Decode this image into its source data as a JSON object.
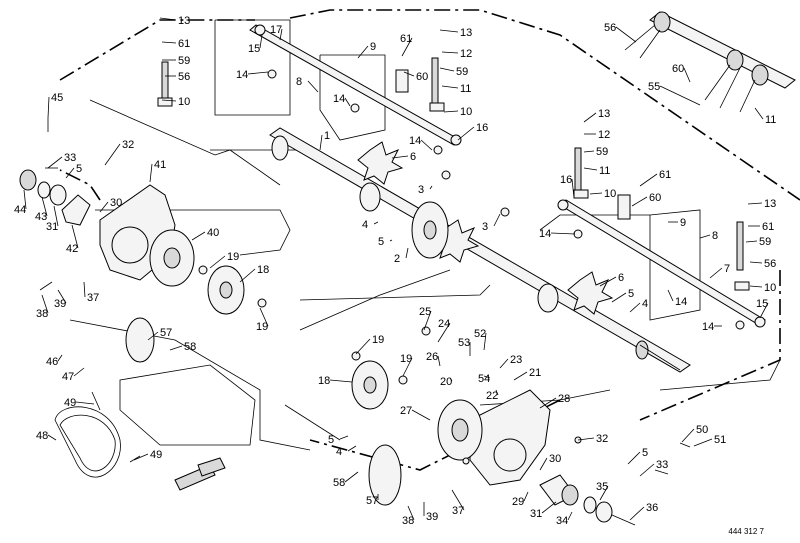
{
  "drawing": {
    "document_number": "444 312 7"
  },
  "callouts": [
    {
      "id": "c1",
      "text": "13"
    },
    {
      "id": "c2",
      "text": "61"
    },
    {
      "id": "c3",
      "text": "59"
    },
    {
      "id": "c4",
      "text": "56"
    },
    {
      "id": "c5",
      "text": "10"
    },
    {
      "id": "c6",
      "text": "15"
    },
    {
      "id": "c7",
      "text": "17"
    },
    {
      "id": "c8",
      "text": "14"
    },
    {
      "id": "c9",
      "text": "8"
    },
    {
      "id": "c10",
      "text": "9"
    },
    {
      "id": "c11",
      "text": "61"
    },
    {
      "id": "c12",
      "text": "60"
    },
    {
      "id": "c13",
      "text": "14"
    },
    {
      "id": "c14",
      "text": "13"
    },
    {
      "id": "c15",
      "text": "12"
    },
    {
      "id": "c16",
      "text": "59"
    },
    {
      "id": "c17",
      "text": "11"
    },
    {
      "id": "c18",
      "text": "10"
    },
    {
      "id": "c19",
      "text": "16"
    },
    {
      "id": "c20",
      "text": "14"
    },
    {
      "id": "c21",
      "text": "56"
    },
    {
      "id": "c22",
      "text": "60"
    },
    {
      "id": "c23",
      "text": "55"
    },
    {
      "id": "c24",
      "text": "11"
    },
    {
      "id": "c25",
      "text": "45"
    },
    {
      "id": "c26",
      "text": "33"
    },
    {
      "id": "c27",
      "text": "5"
    },
    {
      "id": "c28",
      "text": "32"
    },
    {
      "id": "c29",
      "text": "1"
    },
    {
      "id": "c30",
      "text": "6"
    },
    {
      "id": "c31",
      "text": "3"
    },
    {
      "id": "c32",
      "text": "13"
    },
    {
      "id": "c33",
      "text": "12"
    },
    {
      "id": "c34",
      "text": "59"
    },
    {
      "id": "c35",
      "text": "11"
    },
    {
      "id": "c36",
      "text": "16"
    },
    {
      "id": "c37",
      "text": "10"
    },
    {
      "id": "c38",
      "text": "61"
    },
    {
      "id": "c39",
      "text": "60"
    },
    {
      "id": "c40",
      "text": "9"
    },
    {
      "id": "c41",
      "text": "8"
    },
    {
      "id": "c42",
      "text": "13"
    },
    {
      "id": "c43",
      "text": "61"
    },
    {
      "id": "c44",
      "text": "59"
    },
    {
      "id": "c45",
      "text": "56"
    },
    {
      "id": "c46",
      "text": "10"
    },
    {
      "id": "c47",
      "text": "7"
    },
    {
      "id": "c48",
      "text": "15"
    },
    {
      "id": "c49",
      "text": "14"
    },
    {
      "id": "c50",
      "text": "14"
    },
    {
      "id": "c51",
      "text": "44"
    },
    {
      "id": "c52",
      "text": "43"
    },
    {
      "id": "c53",
      "text": "31"
    },
    {
      "id": "c54",
      "text": "42"
    },
    {
      "id": "c55",
      "text": "30"
    },
    {
      "id": "c56",
      "text": "41"
    },
    {
      "id": "c57",
      "text": "40"
    },
    {
      "id": "c58",
      "text": "4"
    },
    {
      "id": "c59",
      "text": "5"
    },
    {
      "id": "c60",
      "text": "3"
    },
    {
      "id": "c61",
      "text": "14"
    },
    {
      "id": "c62",
      "text": "2"
    },
    {
      "id": "c63",
      "text": "19"
    },
    {
      "id": "c64",
      "text": "18"
    },
    {
      "id": "c65",
      "text": "19"
    },
    {
      "id": "c66",
      "text": "38"
    },
    {
      "id": "c67",
      "text": "39"
    },
    {
      "id": "c68",
      "text": "37"
    },
    {
      "id": "c69",
      "text": "6"
    },
    {
      "id": "c70",
      "text": "5"
    },
    {
      "id": "c71",
      "text": "4"
    },
    {
      "id": "c72",
      "text": "57"
    },
    {
      "id": "c73",
      "text": "58"
    },
    {
      "id": "c74",
      "text": "46"
    },
    {
      "id": "c75",
      "text": "47"
    },
    {
      "id": "c76",
      "text": "25"
    },
    {
      "id": "c77",
      "text": "24"
    },
    {
      "id": "c78",
      "text": "52"
    },
    {
      "id": "c79",
      "text": "53"
    },
    {
      "id": "c80",
      "text": "19"
    },
    {
      "id": "c81",
      "text": "19"
    },
    {
      "id": "c82",
      "text": "18"
    },
    {
      "id": "c83",
      "text": "26"
    },
    {
      "id": "c84",
      "text": "23"
    },
    {
      "id": "c85",
      "text": "20"
    },
    {
      "id": "c86",
      "text": "54"
    },
    {
      "id": "c87",
      "text": "21"
    },
    {
      "id": "c88",
      "text": "22"
    },
    {
      "id": "c89",
      "text": "49"
    },
    {
      "id": "c90",
      "text": "28"
    },
    {
      "id": "c91",
      "text": "27"
    },
    {
      "id": "c92",
      "text": "48"
    },
    {
      "id": "c93",
      "text": "5"
    },
    {
      "id": "c94",
      "text": "4"
    },
    {
      "id": "c95",
      "text": "32"
    },
    {
      "id": "c96",
      "text": "50"
    },
    {
      "id": "c97",
      "text": "51"
    },
    {
      "id": "c98",
      "text": "49"
    },
    {
      "id": "c99",
      "text": "58"
    },
    {
      "id": "c100",
      "text": "30"
    },
    {
      "id": "c101",
      "text": "5"
    },
    {
      "id": "c102",
      "text": "33"
    },
    {
      "id": "c103",
      "text": "57"
    },
    {
      "id": "c104",
      "text": "29"
    },
    {
      "id": "c105",
      "text": "35"
    },
    {
      "id": "c106",
      "text": "31"
    },
    {
      "id": "c107",
      "text": "34"
    },
    {
      "id": "c108",
      "text": "36"
    },
    {
      "id": "c109",
      "text": "38"
    },
    {
      "id": "c110",
      "text": "39"
    },
    {
      "id": "c111",
      "text": "37"
    }
  ]
}
